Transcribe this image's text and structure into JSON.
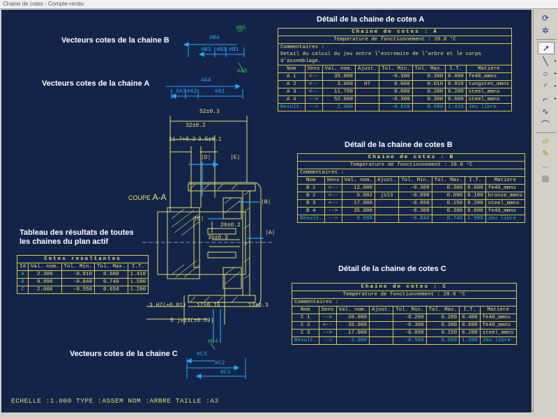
{
  "window": {
    "title": "Chaine de cotes - Compte-rendu"
  },
  "headings": {
    "detail_a": "Détail de la chaine de cotes A",
    "detail_b": "Détail de la chaine de cotes B",
    "detail_c": "Détail de la chaine de cotes C",
    "vec_b": "Vecteurs cotes de la chaine B",
    "vec_a": "Vecteurs cotes de la chaine A",
    "vec_c": "Vecteurs cotes de la chaine C",
    "results": "Tableau des résultats de toutes\nles chaines du plan actif"
  },
  "vectors": {
    "b_top": "#B4",
    "b_end": "#B5",
    "b_items": [
      "#B3",
      "#B2",
      "#B1"
    ],
    "a_top": "#A4",
    "a_end": "#A5",
    "a_items": [
      "#A3",
      "#A2",
      "#A1"
    ],
    "c_end": "#C4",
    "c_items": [
      "#C3",
      "#C2",
      "#C1"
    ]
  },
  "table_headers": [
    "Nom",
    "Sens",
    "Val. nom.",
    "Ajust.",
    "Tol. Min.",
    "Tol. Max.",
    "I.T.",
    "Matiere"
  ],
  "chain_a": {
    "title": "Chaine de cotes : A",
    "temp": "Temperature de fonctionnement : 20.0 °C",
    "comments_label": "Commentaires :",
    "comments": "Detail du calcul du jeu entre l'extremite de l'arbre et le corps d'assemblage.",
    "rows": [
      [
        "A 1",
        "<--",
        "35.000",
        "",
        "-0.300",
        "0.300",
        "0.600",
        "fe40_mmns"
      ],
      [
        "A 2",
        "<--",
        "3.000",
        "H7",
        "0.000",
        "0.010",
        "0.010",
        "tungsten_mmns"
      ],
      [
        "A 3",
        "<--",
        "11.700",
        "",
        "0.000",
        "0.200",
        "0.200",
        "steel_mmns"
      ],
      [
        "A 4",
        "-->",
        "52.000",
        "",
        "-0.300",
        "0.300",
        "0.600",
        "steel_mmns"
      ]
    ],
    "result": [
      "Result.",
      "-->",
      "2.300",
      "",
      "-0.810",
      "0.600",
      "1.410",
      "Jeu libre"
    ]
  },
  "chain_b": {
    "title": "Chaine de cotes : B",
    "temp": "Temperature de fonctionnement : 20.0 °C",
    "comments_label": "Commentaires :",
    "rows": [
      [
        "B 1",
        "<--",
        "12.000",
        "",
        "-0.300",
        "0.300",
        "0.600",
        "fe40_mmns"
      ],
      [
        "B 2",
        "<--",
        "5.002",
        "js13",
        "-0.090",
        "0.090",
        "0.180",
        "bronze_mmns"
      ],
      [
        "B 3",
        "<--",
        "17.000",
        "",
        "-0.050",
        "0.150",
        "0.200",
        "steel_mmns"
      ],
      [
        "B 4",
        "-->",
        "35.000",
        "",
        "-0.300",
        "0.300",
        "0.600",
        "fe40_mmns"
      ]
    ],
    "result": [
      "Result.",
      "-->",
      "0.998",
      "",
      "-0.840",
      "0.740",
      "1.580",
      "Jeu libre"
    ]
  },
  "chain_c": {
    "title": "Chaine de cotes : C",
    "temp": "Temperature de fonctionnement : 20.0 °C",
    "comments_label": "Commentaires :",
    "rows": [
      [
        "C 1",
        "-->",
        "20.000",
        "",
        "-0.200",
        "0.200",
        "0.400",
        "fe40_mmns"
      ],
      [
        "C 2",
        "<--",
        "35.000",
        "",
        "-0.300",
        "0.300",
        "0.600",
        "fe40_mmns"
      ],
      [
        "C 3",
        "-->",
        "17.000",
        "",
        "-0.050",
        "0.150",
        "0.200",
        "steel_mmns"
      ]
    ],
    "result": [
      "Result.",
      "-->",
      "2.000",
      "",
      "-0.550",
      "0.650",
      "1.200",
      "Jeu libre"
    ]
  },
  "results_table": {
    "title": "Cotes resultantes",
    "headers": [
      "Id",
      "Val. nom.",
      "Tol. Min.",
      "Tol. Max.",
      "I.T."
    ],
    "rows": [
      [
        "A",
        "2.300",
        "-0.810",
        "0.600",
        "1.410"
      ],
      [
        "B",
        "0.998",
        "-0.840",
        "0.740",
        "1.580"
      ],
      [
        "C",
        "2.000",
        "-0.550",
        "0.650",
        "1.200"
      ]
    ]
  },
  "drawing": {
    "section_label": "COUPE",
    "section_name": "A-A",
    "dim_52": "52±0.3",
    "dim_32": "32±0.2",
    "dim_117": "11.7+0.2",
    "dim_35s": "3.5±0.1",
    "dim_20": "20±0.2",
    "dim_35": "35±0.3",
    "dim_3h7": "3 H7(+0.01)",
    "dim_17": "17±0.15",
    "dim_12": "12±0.3",
    "dim_5js": "5 js13(±0.09)",
    "tag_d": "|D|",
    "tag_e": "|E|",
    "tag_c": "|C|",
    "tag_b": "|B|",
    "tag_a": "|A|"
  },
  "status": "ECHELLE :1.000   TYPE :ASSEM  NOM :ARBRE  TAILLE :A3",
  "toolbar": {
    "icons": [
      "regen-icon",
      "regen-alt-icon",
      "select-arrow-icon",
      "line-icon",
      "circle-icon",
      "arc-icon",
      "fillet-icon",
      "spline-icon",
      "curve-icon",
      "offset-icon",
      "edit-icon",
      "dimension-icon",
      "table-icon"
    ]
  }
}
